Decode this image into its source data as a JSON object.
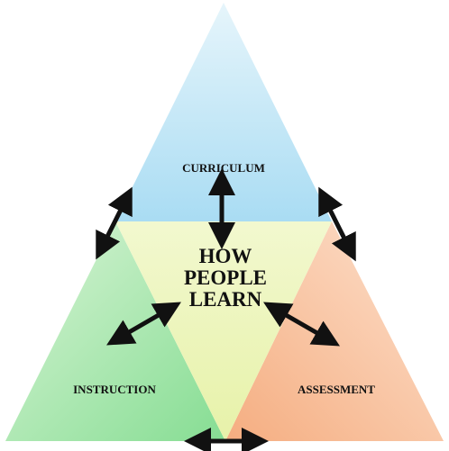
{
  "diagram": {
    "center_lines": [
      "HOW",
      "PEOPLE",
      "LEARN"
    ],
    "top_label": "CURRICULUM",
    "left_label": "INSTRUCTION",
    "right_label": "ASSESSMENT"
  },
  "colors": {
    "curriculum": "#b6e3f6",
    "instruction": "#9fe3a8",
    "assessment": "#f7b88c",
    "center": "#eef6c0",
    "arrow": "#111111"
  }
}
